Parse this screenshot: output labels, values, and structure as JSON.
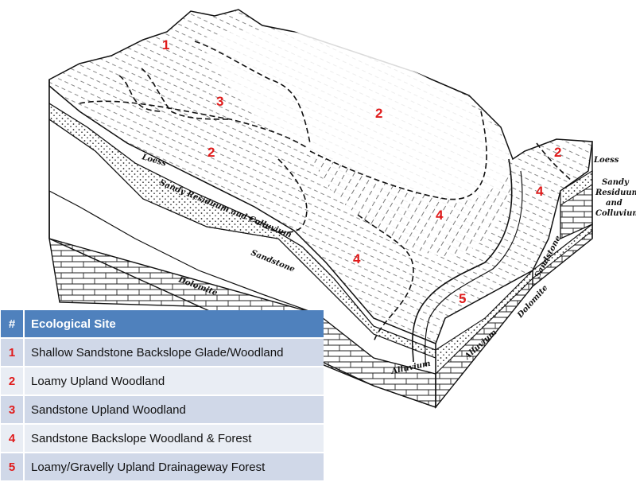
{
  "site_numbers": {
    "a": "1",
    "b": "3",
    "c": "2",
    "d": "2",
    "e": "2",
    "f": "4",
    "g": "4",
    "h": "4",
    "i": "5"
  },
  "geology_labels": {
    "loess_left": "Loess",
    "sandy_left": "Sandy Residuum and Colluvium",
    "sandstone_left": "Sandstone",
    "dolomite_left": "Dolomite",
    "loess_right": "Loess",
    "sandy_right_1": "Sandy",
    "sandy_right_2": "Residuum",
    "sandy_right_3": "and",
    "sandy_right_4": "Colluvium",
    "sandstone_right": "Sandstone",
    "dolomite_right": "Dolomite",
    "alluvium_1": "Alluvium",
    "alluvium_2": "Alluvium"
  },
  "legend": {
    "header_num": "#",
    "header_title": "Ecological Site",
    "rows": [
      {
        "num": "1",
        "name": "Shallow Sandstone Backslope Glade/Woodland"
      },
      {
        "num": "2",
        "name": "Loamy Upland Woodland"
      },
      {
        "num": "3",
        "name": "Sandstone Upland Woodland"
      },
      {
        "num": "4",
        "name": "Sandstone Backslope Woodland & Forest"
      },
      {
        "num": "5",
        "name": "Loamy/Gravelly Upland Drainageway Forest"
      }
    ]
  },
  "colors": {
    "header": "#4f81bd",
    "row_odd": "#d0d8e8",
    "row_even": "#e9edf4",
    "number": "#e01b1b"
  }
}
